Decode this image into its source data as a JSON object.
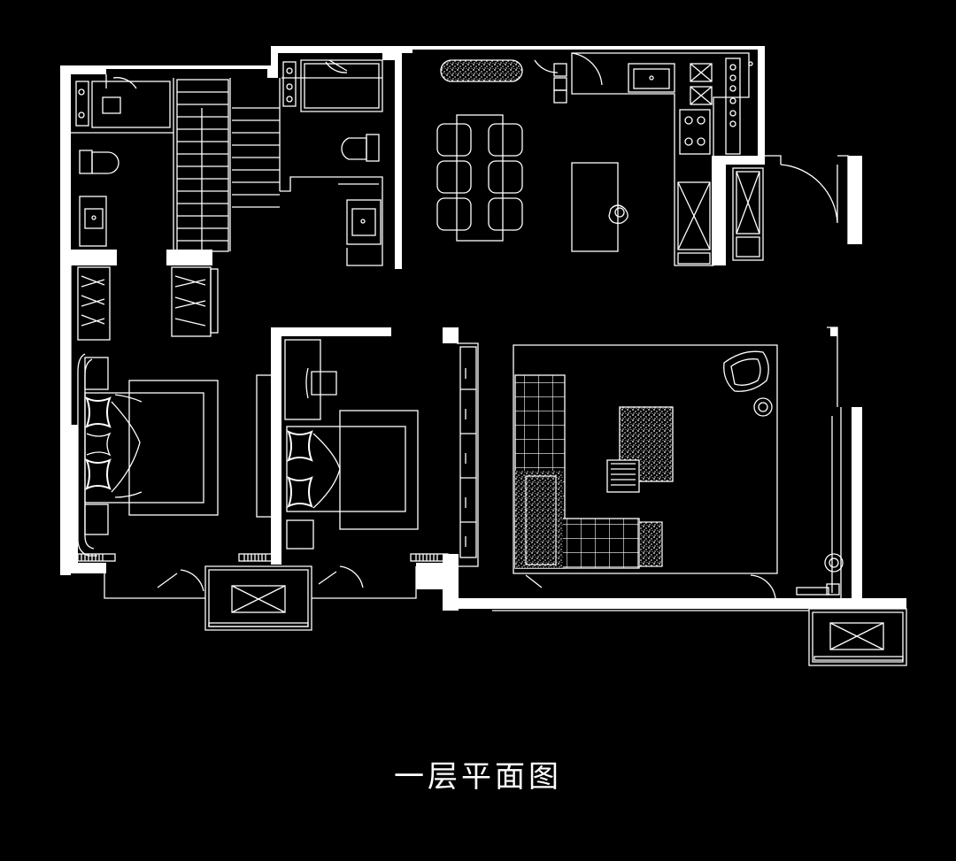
{
  "caption": "一层平面图",
  "colors": {
    "background": "#000000",
    "line": "#ffffff"
  },
  "icons": [
    "wall-shapes",
    "door-swing-arcs",
    "staircase",
    "toilet-icon",
    "washbasin-icon",
    "shower-icon",
    "dining-table-with-chairs",
    "kitchen-island",
    "stove-icon",
    "kitchen-sink-icon",
    "double-bed-icon",
    "wardrobe-icon",
    "desk-icon",
    "sofa-icon",
    "coffee-table-icon",
    "armchair-icon",
    "rug-pattern",
    "ac-unit-icon"
  ]
}
